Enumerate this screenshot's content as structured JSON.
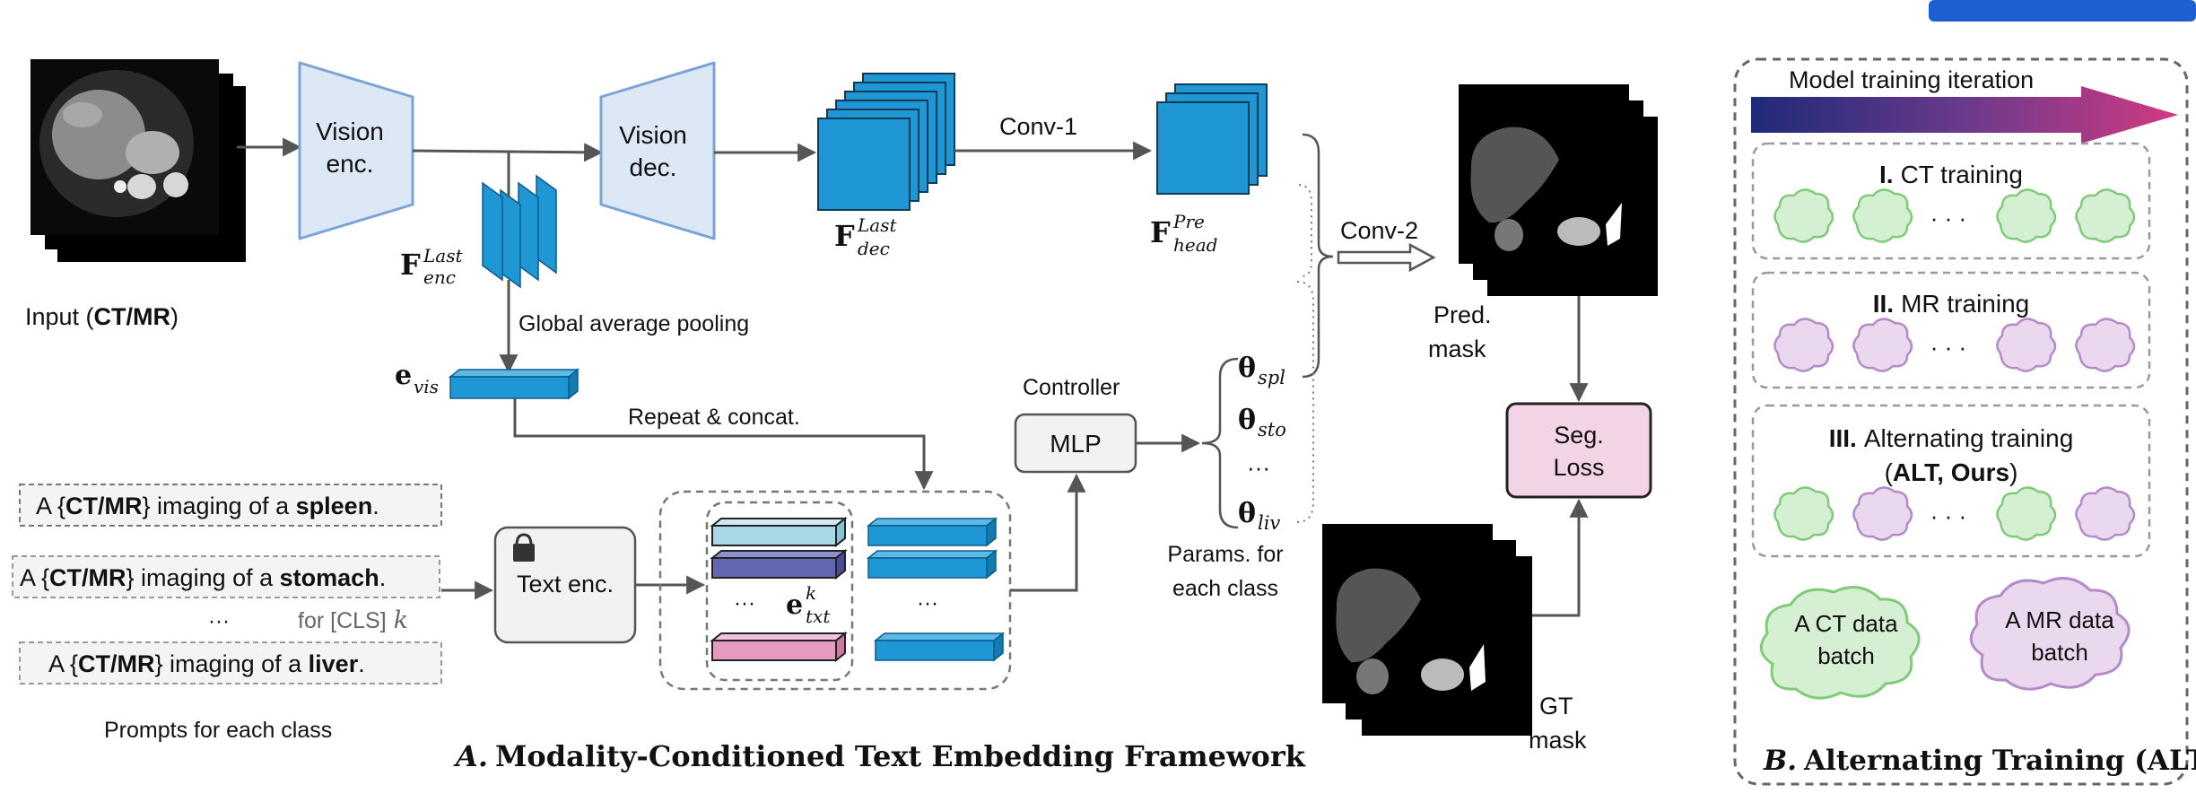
{
  "panel_a": {
    "input_label_prefix": "Input (",
    "input_label_bold": "CT/MR",
    "input_label_suffix": ")",
    "vision_enc": [
      "Vision",
      "enc."
    ],
    "vision_dec": [
      "Vision",
      "dec."
    ],
    "f_enc_base": "F",
    "f_enc_sup": "Last",
    "f_enc_sub": "enc",
    "f_dec_base": "F",
    "f_dec_sup": "Last",
    "f_dec_sub": "dec",
    "f_head_base": "F",
    "f_head_sup": "Pre",
    "f_head_sub": "head",
    "conv1": "Conv-1",
    "conv2": "Conv-2",
    "gap": "Global average pooling",
    "e_vis_base": "e",
    "e_vis_sub": "vis",
    "repeat_concat": "Repeat & concat.",
    "controller": "Controller",
    "mlp": "MLP",
    "theta_base": "θ",
    "theta_spl": "spl",
    "theta_sto": "sto",
    "theta_liv": "liv",
    "ellipsis": "···",
    "params": [
      "Params. for",
      "each class"
    ],
    "pred_mask": [
      "Pred.",
      "mask"
    ],
    "gt_mask": [
      "GT",
      "mask"
    ],
    "seg_loss": [
      "Seg.",
      "Loss"
    ],
    "text_enc": "Text enc.",
    "e_txt_base": "e",
    "e_txt_sup": "k",
    "e_txt_sub": "txt",
    "prompts": [
      {
        "pre": "A {",
        "mod": "CT/MR",
        "mid": "} imaging of a ",
        "organ": "spleen",
        "end": "."
      },
      {
        "pre": "A {",
        "mod": "CT/MR",
        "mid": "} imaging of a ",
        "organ": "stomach",
        "end": "."
      },
      {
        "pre": "A {",
        "mod": "CT/MR",
        "mid": "} imaging of a ",
        "organ": "liver",
        "end": "."
      }
    ],
    "for_cls": "for [CLS]",
    "for_cls_var": "k",
    "prompts_caption": "Prompts for each class",
    "caption_letter": "A.",
    "caption_text": "Modality-Conditioned Text Embedding Framework"
  },
  "panel_b": {
    "iteration_label": "Model training iteration",
    "stage1_num": "I.",
    "stage1_text": "CT training",
    "stage2_num": "II.",
    "stage2_text": "MR training",
    "stage3_num": "III.",
    "stage3_text": "Alternating training",
    "stage3_paren_open": "(",
    "stage3_bold": "ALT, Ours",
    "stage3_paren_close": ")",
    "ellipsis": "· · ·",
    "ct_batch": [
      "A CT data",
      "batch"
    ],
    "mr_batch": [
      "A MR data",
      "batch"
    ],
    "caption_letter": "B.",
    "caption_text": "Alternating Training (ALT)"
  },
  "colors": {
    "trapezoid_fill": "#dce8f6",
    "trapezoid_stroke": "#7ca3d6",
    "feature_blue": "#1f97d4",
    "ct_green_fill": "#d5efd3",
    "ct_green_stroke": "#7fcb78",
    "mr_purple_fill": "#e9d8ee",
    "mr_purple_stroke": "#b58ac8",
    "seg_loss_fill": "#f3d4e6",
    "txt_light": "#a9d9e6",
    "txt_purple": "#6266b3",
    "txt_pink": "#e69ac0",
    "arrow_gray": "#555555",
    "gradient_start": "#1f2a78",
    "gradient_end": "#d23a82"
  },
  "icons": [
    "lock-icon"
  ]
}
